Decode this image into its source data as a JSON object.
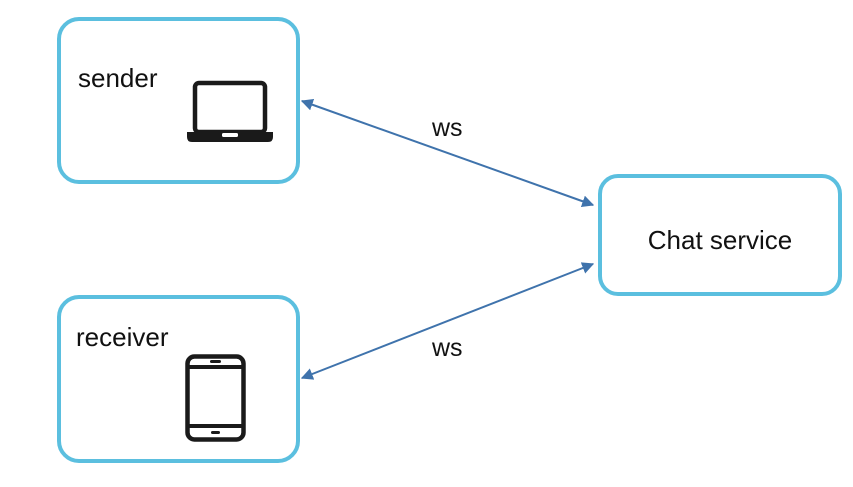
{
  "nodes": {
    "sender": {
      "label": "sender",
      "icon": "laptop-icon"
    },
    "receiver": {
      "label": "receiver",
      "icon": "smartphone-icon"
    },
    "chat_service": {
      "label": "Chat service"
    }
  },
  "edges": [
    {
      "from": "sender",
      "to": "chat_service",
      "label": "ws",
      "bidirectional": true
    },
    {
      "from": "receiver",
      "to": "chat_service",
      "label": "ws",
      "bidirectional": true
    }
  ],
  "colors": {
    "node_border": "#5bbfdf",
    "arrow": "#3f73ac",
    "icon": "#1a1a1a"
  }
}
